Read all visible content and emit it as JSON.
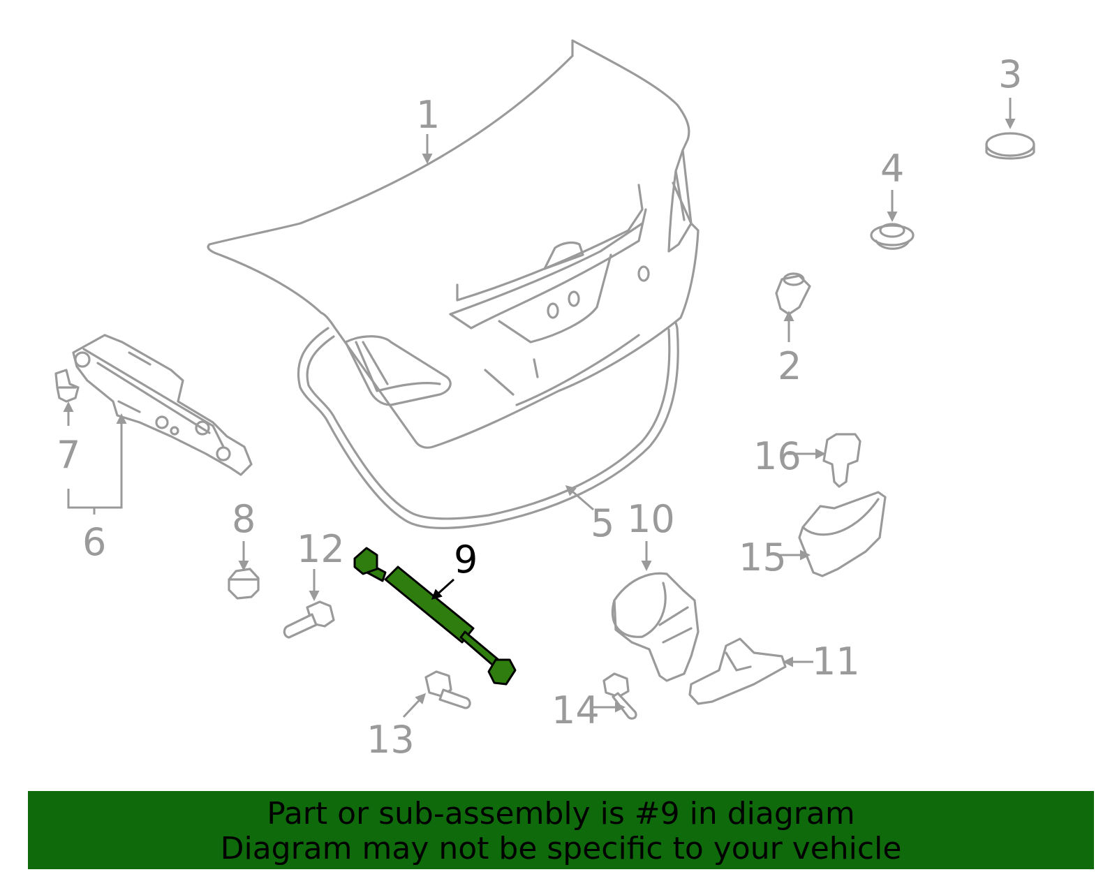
{
  "callouts": {
    "c1": "1",
    "c2": "2",
    "c3": "3",
    "c4": "4",
    "c5": "5",
    "c6": "6",
    "c7": "7",
    "c8": "8",
    "c9": "9",
    "c10": "10",
    "c11": "11",
    "c12": "12",
    "c13": "13",
    "c14": "14",
    "c15": "15",
    "c16": "16"
  },
  "highlighted_part": "9",
  "colors": {
    "line": "#9a9a9a",
    "highlight": "#2e7d0e",
    "banner": "#0f6a0c"
  },
  "banner": {
    "line1": "Part or sub-assembly is #9 in diagram",
    "line2": "Diagram may not be specific to your vehicle"
  }
}
